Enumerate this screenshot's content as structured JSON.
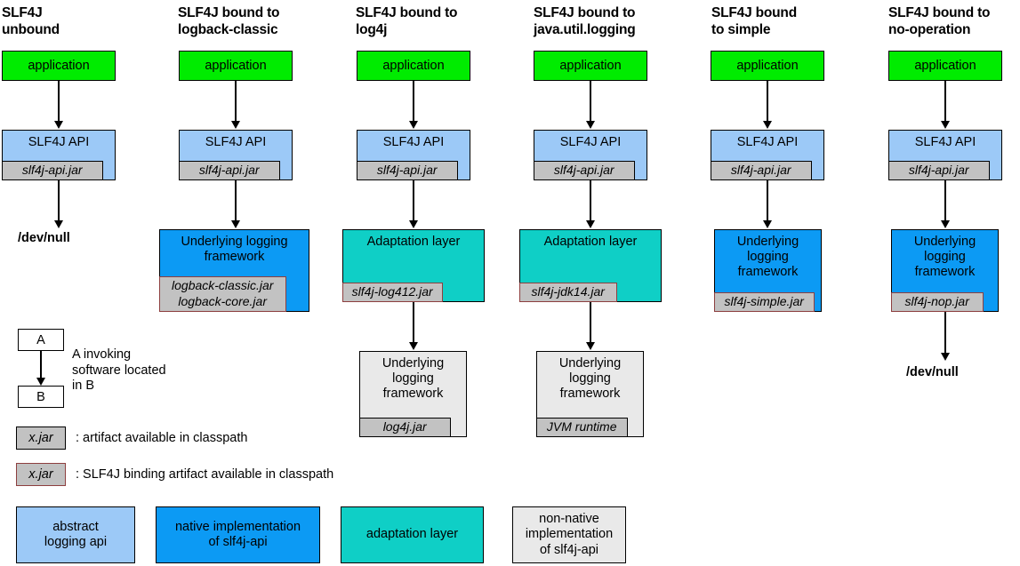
{
  "columns": [
    {
      "title": "SLF4J\nunbound",
      "application": "application",
      "api": "SLF4J API",
      "api_jar": "slf4j-api.jar",
      "terminal": "/dev/null"
    },
    {
      "title": "SLF4J bound to\nlogback-classic",
      "application": "application",
      "api": "SLF4J API",
      "api_jar": "slf4j-api.jar",
      "impl": "Underlying logging\nframework",
      "impl_jar": "logback-classic.jar\nlogback-core.jar"
    },
    {
      "title": "SLF4J bound to\nlog4j",
      "application": "application",
      "api": "SLF4J API",
      "api_jar": "slf4j-api.jar",
      "adapter": "Adaptation layer",
      "adapter_jar": "slf4j-log412.jar",
      "impl": "Underlying\nlogging\nframework",
      "impl_jar": "log4j.jar"
    },
    {
      "title": "SLF4J bound to\njava.util.logging",
      "application": "application",
      "api": "SLF4J API",
      "api_jar": "slf4j-api.jar",
      "adapter": "Adaptation layer",
      "adapter_jar": "slf4j-jdk14.jar",
      "impl": "Underlying\nlogging\nframework",
      "impl_jar": "JVM runtime"
    },
    {
      "title": "SLF4J bound\nto simple",
      "application": "application",
      "api": "SLF4J API",
      "api_jar": "slf4j-api.jar",
      "impl": "Underlying\nlogging\nframework",
      "impl_jar": "slf4j-simple.jar"
    },
    {
      "title": "SLF4J bound to\nno-operation",
      "application": "application",
      "api": "SLF4J API",
      "api_jar": "slf4j-api.jar",
      "impl": "Underlying\nlogging\nframework",
      "impl_jar": "slf4j-nop.jar",
      "terminal": "/dev/null"
    }
  ],
  "legend": {
    "invocation": {
      "node_a": "A",
      "node_b": "B",
      "description": "A invoking\nsoftware located\nin B"
    },
    "artifact": {
      "tag": "x.jar",
      "description": ": artifact available in classpath"
    },
    "binding_artifact": {
      "tag": "x.jar",
      "description": ": SLF4J binding artifact available in classpath"
    },
    "swatches": [
      {
        "label": "abstract\nlogging api",
        "color": "#9cc9f7"
      },
      {
        "label": "native implementation\nof slf4j-api",
        "color": "#0c9af4"
      },
      {
        "label": "adaptation layer",
        "color": "#0fcfc6"
      },
      {
        "label": "non-native\nimplementation\nof slf4j-api",
        "color": "#e9e9e9"
      }
    ]
  },
  "colors": {
    "application_green": "#00ec00",
    "abstract_api_blue": "#9cc9f7",
    "native_blue": "#0c9af4",
    "adaptation_teal": "#0fcfc6",
    "non_native_gray": "#e9e9e9",
    "jar_gray": "#c2c2c2",
    "binding_border": "#8d3f3f"
  }
}
